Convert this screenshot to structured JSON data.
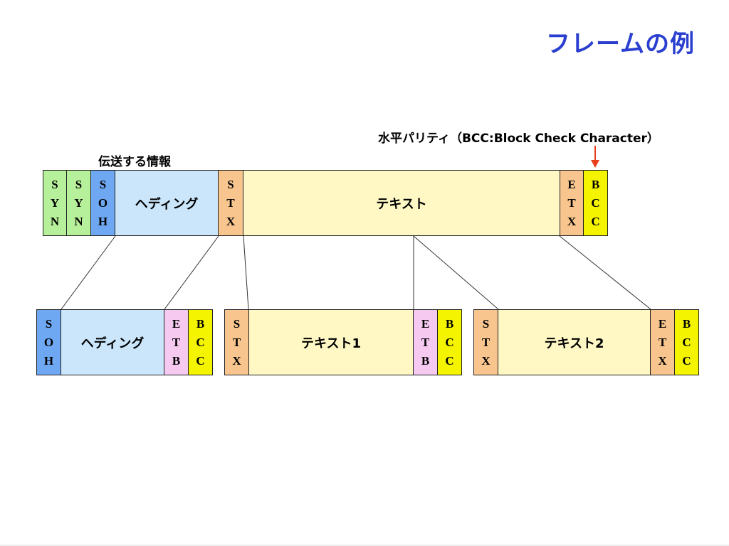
{
  "title": "フレームの例",
  "parity_label": "水平パリティ（BCC:Block Check Character）",
  "info_label": "伝送する情報",
  "frame": {
    "syn1": [
      "S",
      "Y",
      "N"
    ],
    "syn2": [
      "S",
      "Y",
      "N"
    ],
    "soh": [
      "S",
      "O",
      "H"
    ],
    "heading": "ヘディング",
    "stx": [
      "S",
      "T",
      "X"
    ],
    "text": "テキスト",
    "etx": [
      "E",
      "T",
      "X"
    ],
    "bcc": [
      "B",
      "C",
      "C"
    ]
  },
  "blocks": [
    {
      "lead": [
        "S",
        "O",
        "H"
      ],
      "body": "ヘディング",
      "end": [
        "E",
        "T",
        "B"
      ],
      "bcc": [
        "B",
        "C",
        "C"
      ]
    },
    {
      "lead": [
        "S",
        "T",
        "X"
      ],
      "body": "テキスト1",
      "end": [
        "E",
        "T",
        "B"
      ],
      "bcc": [
        "B",
        "C",
        "C"
      ]
    },
    {
      "lead": [
        "S",
        "T",
        "X"
      ],
      "body": "テキスト2",
      "end": [
        "E",
        "T",
        "X"
      ],
      "bcc": [
        "B",
        "C",
        "C"
      ]
    }
  ],
  "colors": {
    "title": "#2a3fd0",
    "arrow": "#e8401c",
    "syn": "#b7f09a",
    "soh": "#6fa8f2",
    "heading": "#cbe6fb",
    "stx_etx": "#f8c58f",
    "text": "#fff8c4",
    "etb": "#f6c9f0",
    "bcc": "#f4f400"
  }
}
